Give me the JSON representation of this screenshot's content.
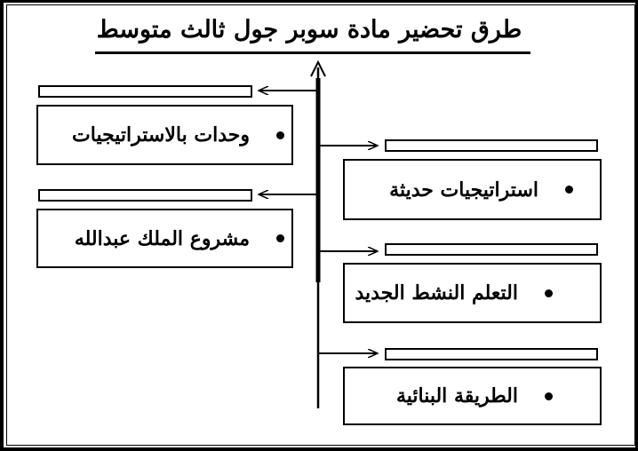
{
  "title": "طرق تحضير مادة سوبر جول ثالث متوسط",
  "left_items": [
    {
      "label": "وحدات بالاستراتيجيات"
    },
    {
      "label": "مشروع الملك عبدالله"
    }
  ],
  "right_items": [
    {
      "label": "استراتيجيات حديثة"
    },
    {
      "label": "التعلم النشط الجديد"
    },
    {
      "label": "الطريقة البنائية"
    }
  ]
}
